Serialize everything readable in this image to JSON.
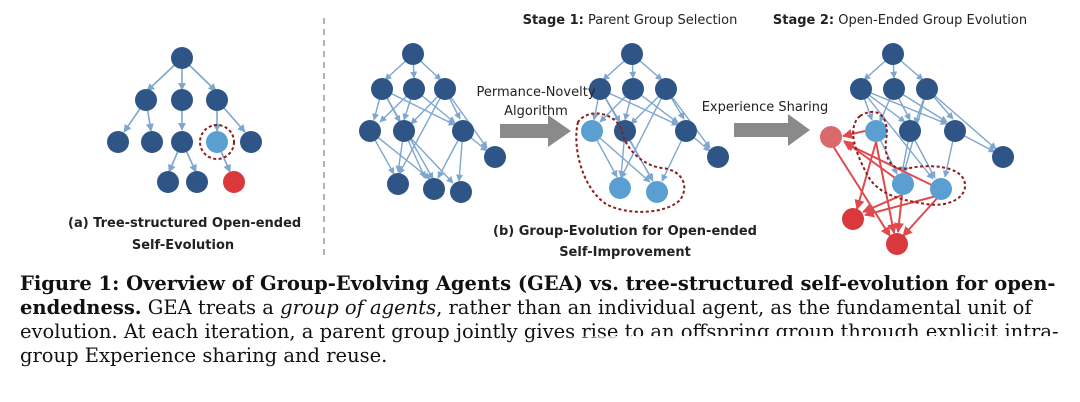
{
  "labels": {
    "tree_caption_line1": "(a) Tree-structured Open-ended",
    "tree_caption_line2": "Self-Evolution",
    "algorithm_line1": "Permance-Novelty",
    "algorithm_line2": "Algorithm",
    "stage1": "Stage 1:",
    "stage1_text": "Parent Group Selection",
    "stage2": "Stage 2:",
    "stage2_text": "Open-Ended Group Evolution",
    "experience_sharing": "Experience Sharing",
    "group_caption_line1": "(b) Group-Evolution for Open-ended",
    "group_caption_line2": "Self-Improvement"
  },
  "colors": {
    "node_dark": "#2e5586",
    "node_light": "#5b9fd2",
    "node_red": "#d9383c",
    "node_faded_red": "#d9696b",
    "edge_blue": "#7ea6cf",
    "edge_red": "#e04a4e",
    "dashed_outline": "#8b1d1d",
    "arrow_gray": "#8a8a8a"
  },
  "caption": {
    "title": "Figure 1: Overview of Group-Evolving Agents (GEA) vs. tree-structured self-evolution for open-endedness.",
    "body_1": "GEA treats a",
    "body_italic": "group of agents",
    "body_2": ", rather than an individual agent, as the fundamental unit of evolution. At each iteration, a parent group jointly gives rise to an offspring group through explicit intra-group Experience sharing and reuse."
  }
}
